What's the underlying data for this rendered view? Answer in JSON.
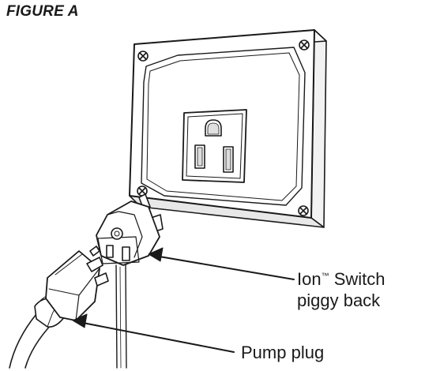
{
  "figure": {
    "title": "FIGURE A",
    "labels": {
      "ion_switch": {
        "name": "Ion",
        "trademark": "™",
        "rest": " Switch",
        "line2": "piggy back"
      },
      "pump_plug": "Pump plug"
    }
  },
  "colors": {
    "ink": "#1a1a1a",
    "paper": "#ffffff",
    "shade": "#e6e6e6"
  },
  "icons": [
    "outlet-box-icon",
    "piggyback-adapter-icon",
    "pump-plug-icon",
    "arrow-icon"
  ]
}
